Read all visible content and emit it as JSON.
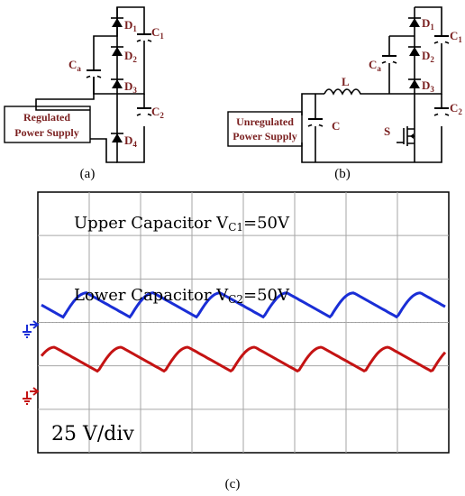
{
  "circuit_a": {
    "caption": "(a)",
    "supply_line1": "Regulated",
    "supply_line2": "Power Supply",
    "labels": {
      "d1": "D",
      "d2": "D",
      "d3": "D",
      "d4": "D",
      "c1": "C",
      "c2": "C",
      "ca": "C"
    },
    "subs": {
      "d1": "1",
      "d2": "2",
      "d3": "3",
      "d4": "4",
      "c1": "1",
      "c2": "2",
      "ca": "a"
    }
  },
  "circuit_b": {
    "caption": "(b)",
    "supply_line1": "Unregulated",
    "supply_line2": "Power Supply",
    "labels": {
      "l": "L",
      "c": "C",
      "s": "S",
      "d1": "D",
      "d2": "D",
      "d3": "D",
      "c1": "C",
      "c2": "C",
      "ca": "C"
    },
    "subs": {
      "d1": "1",
      "d2": "2",
      "d3": "3",
      "c1": "1",
      "c2": "2",
      "ca": "a"
    }
  },
  "scope": {
    "caption": "(c)",
    "upper_label_main": "Upper Capacitor V",
    "upper_label_sub": "C1",
    "upper_label_value": "=50V",
    "lower_label_main": "Lower Capacitor V",
    "lower_label_sub": "C2",
    "lower_label_value": "=50V",
    "scale": "25 V/div",
    "colors": {
      "upper": "#1a2ed6",
      "lower": "#c41313",
      "marker_blue": "#1a2ed6",
      "marker_red": "#c41313"
    },
    "traces": {
      "period_div": 1.3,
      "upper": {
        "level_div": 2.6,
        "ripple_div": 0.28
      },
      "lower": {
        "level_div": 3.85,
        "ripple_div": 0.28
      }
    }
  }
}
